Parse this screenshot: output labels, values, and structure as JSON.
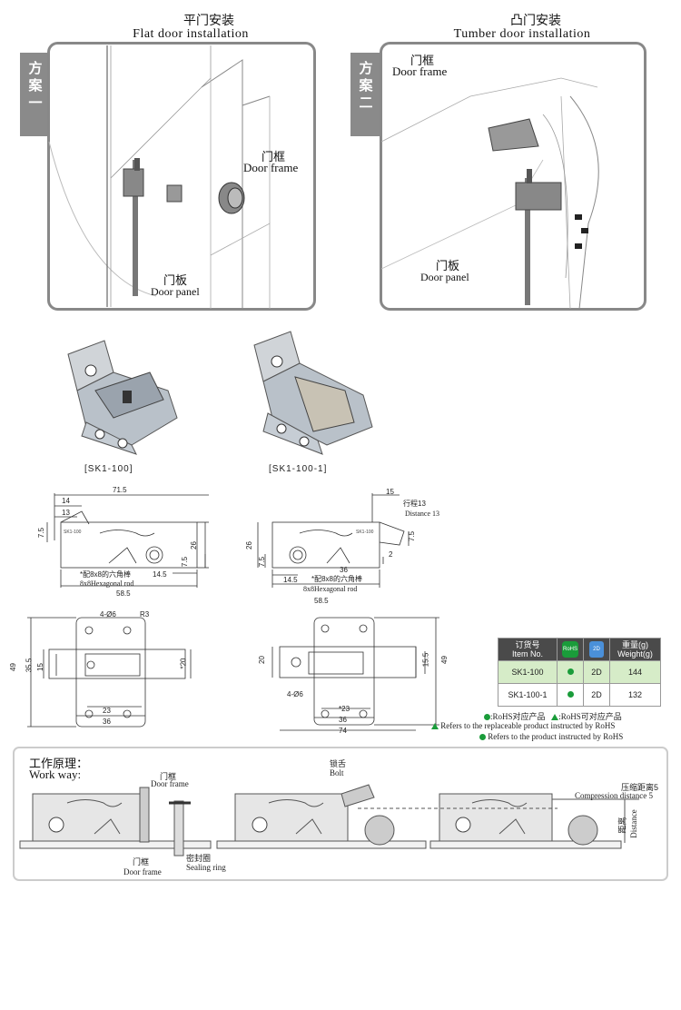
{
  "top": {
    "flat_title_zh": "平门安装",
    "flat_title_en": "Flat door  installation",
    "tumber_title_zh": "凸门安装",
    "tumber_title_en": "Tumber door installation",
    "scheme1": [
      "方",
      "案",
      "一"
    ],
    "scheme2": [
      "方",
      "案",
      "二"
    ],
    "panel1": {
      "door_frame_zh": "门框",
      "door_frame_en": "Door frame",
      "door_panel_zh": "门板",
      "door_panel_en": "Door panel"
    },
    "panel2": {
      "door_frame_zh": "门框",
      "door_frame_en": "Door frame",
      "door_panel_zh": "门板",
      "door_panel_en": "Door panel"
    }
  },
  "products": {
    "p1_caption": "[SK1-100]",
    "p2_caption": "[SK1-100-1]"
  },
  "drawing1": {
    "d_71_5": "71.5",
    "d_14": "14",
    "d_13": "13",
    "d_7_5a": "7.5",
    "d_26": "26",
    "d_7_5b": "7.5",
    "d_14_5": "14.5",
    "d_58_5": "58.5",
    "note_zh": "*配8x8的六角棒",
    "note_en": "8x8Hexagonal rod",
    "brand": "SK1-100",
    "d_4_6": "4-Ø6",
    "d_R3": "R3",
    "d_49": "49",
    "d_35_5": "35.5",
    "d_15": "15",
    "d_20": "*20",
    "d_23": "23",
    "d_36": "36"
  },
  "drawing2": {
    "d_15": "15",
    "stroke_zh": "行程13",
    "stroke_en": "Distance 13",
    "d_26": "26",
    "d_7_5a": "7.5",
    "d_7_5b": "7.5",
    "d_2": "2",
    "d_14_5": "14.5",
    "d_36": "36",
    "d_58_5": "58.5",
    "note_zh": "*配8x8的六角棒",
    "note_en": "8x8Hexagonal rod",
    "brand": "SK1-100",
    "d_20": "20",
    "d_15_5": "15.5",
    "d_49": "49",
    "d_4_6": "4-Ø6",
    "d_23": "*23",
    "d_36b": "36",
    "d_74": "74"
  },
  "spec_table": {
    "headers": [
      "订货号\nItem No.",
      "RoHS",
      "2D",
      "重量(g)\nWeight(g)"
    ],
    "h_item_zh": "订货号",
    "h_item_en": "Item No.",
    "h_weight_zh": "重量(g)",
    "h_weight_en": "Weight(g)",
    "rows": [
      {
        "item": "SK1-100",
        "rohs": "●",
        "cad": "2D",
        "weight": "144"
      },
      {
        "item": "SK1-100-1",
        "rohs": "●",
        "cad": "2D",
        "weight": "132"
      }
    ],
    "legend1": ":RoHS对应产品",
    "legend2": ":RoHS可对应产品",
    "note1": "Refers to the replaceable product instructed by RoHS",
    "note2": "Refers to the product instructed by RoHS",
    "colors": {
      "green": "#1a9c3a",
      "header": "#4a4a4a",
      "row_highlight": "#d6ecc8"
    }
  },
  "work": {
    "title_zh": "工作原理：",
    "title_en": "Work way:",
    "door_frame_top_zh": "门框",
    "door_frame_top_en": "Door frame",
    "door_frame_bot_zh": "门框",
    "door_frame_bot_en": "Door frame",
    "seal_zh": "密封圈",
    "seal_en": "Sealing ring",
    "bolt_zh": "锁舌",
    "bolt_en": "Bolt",
    "comp_zh": "压缩距离5",
    "comp_en": "Compression distance 5",
    "dist_zh": "距离",
    "dist_en": "Distance"
  }
}
